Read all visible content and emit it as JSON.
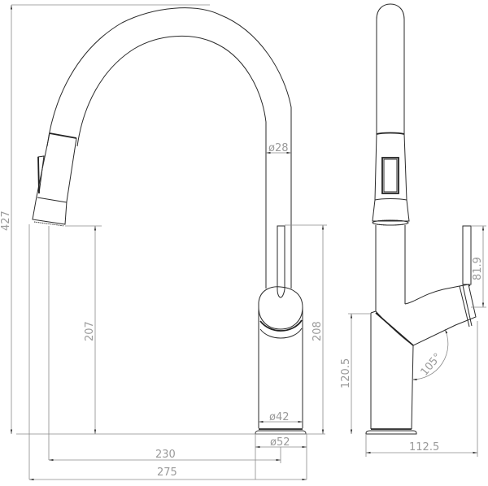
{
  "drawing": {
    "title": "Pull-down kitchen faucet technical drawing",
    "views": [
      "front-view",
      "side-view"
    ],
    "line_color": "#2a2a2a",
    "dimension_color": "#9a9a9a"
  },
  "front_view": {
    "dimensions": {
      "total_height": "427",
      "spout_outlet_height": "207",
      "body_height": "208",
      "spout_diameter": "ø28",
      "body_diameter": "ø42",
      "base_diameter": "ø52",
      "outlet_reach": "230",
      "total_reach": "275"
    }
  },
  "side_view": {
    "dimensions": {
      "handle_height": "81.9",
      "body_height": "120.5",
      "handle_angle": "105°",
      "depth": "112.5"
    }
  }
}
